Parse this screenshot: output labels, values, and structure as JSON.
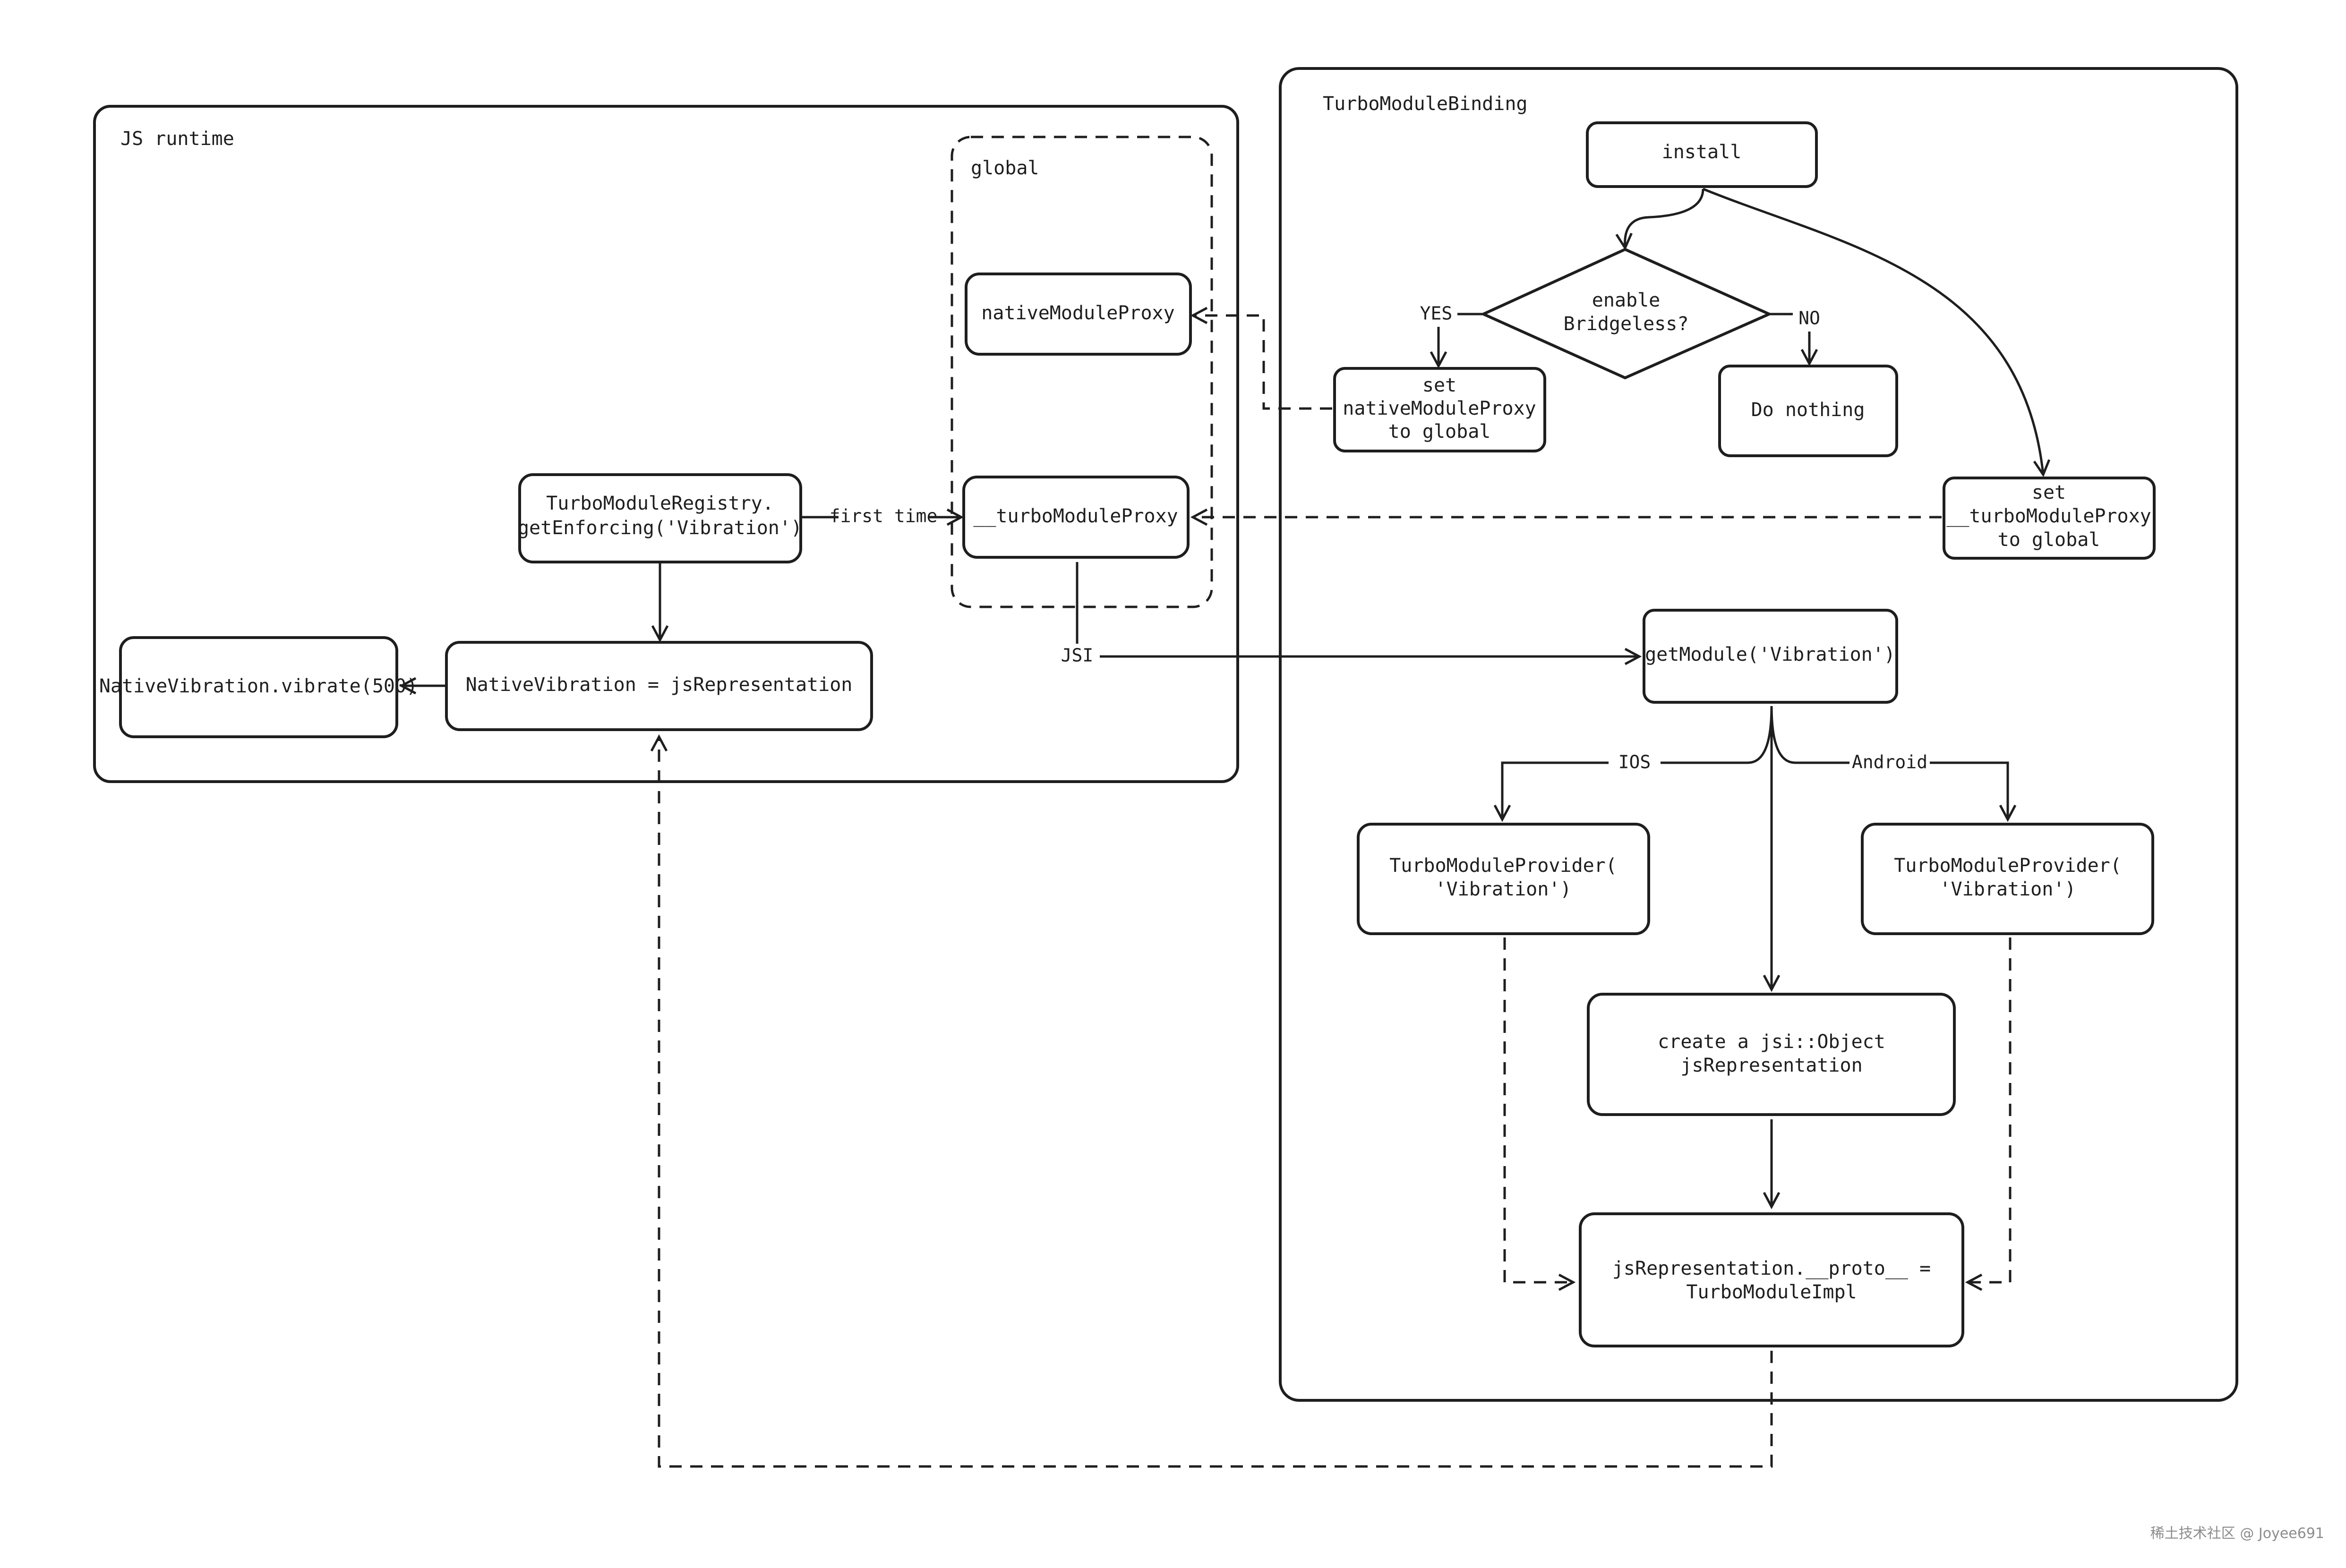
{
  "groups": {
    "js_runtime": "JS runtime",
    "global": "global",
    "turbo_module_binding": "TurboModuleBinding"
  },
  "nodes": {
    "native_module_proxy": "nativeModuleProxy",
    "turbo_module_proxy": "__turboModuleProxy",
    "registry_call": [
      "TurboModuleRegistry.",
      "getEnforcing('Vibration')"
    ],
    "native_vibration_assign": "NativeVibration = jsRepresentation",
    "native_vibration_vibrate": "NativeVibration.vibrate(500)",
    "install": "install",
    "enable_bridgeless": [
      "enable",
      "Bridgeless?"
    ],
    "set_native_module_proxy": [
      "set",
      "nativeModuleProxy",
      "to global"
    ],
    "do_nothing": "Do nothing",
    "set_turbo_module_proxy": [
      "set",
      "__turboModuleProxy",
      "to global"
    ],
    "get_module": "getModule('Vibration')",
    "provider_ios": [
      "TurboModuleProvider(",
      "'Vibration')"
    ],
    "provider_android": [
      "TurboModuleProvider(",
      "'Vibration')"
    ],
    "create_js_object": [
      "create a jsi::Object",
      "jsRepresentation"
    ],
    "proto_assign": [
      "jsRepresentation.__proto__ =",
      "TurboModuleImpl"
    ]
  },
  "edge_labels": {
    "first_time": "first time",
    "jsi": "JSI",
    "yes": "YES",
    "no": "NO",
    "ios": "IOS",
    "android": "Android"
  },
  "watermark": "稀土技术社区 @ Joyee691"
}
